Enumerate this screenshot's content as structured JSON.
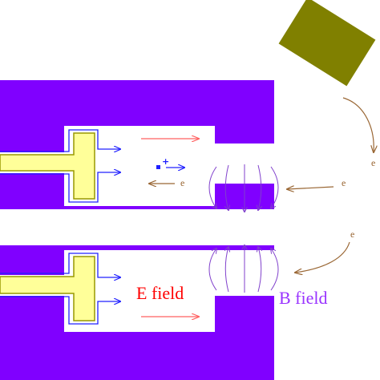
{
  "labels": {
    "e_field": "E field",
    "b_field": "B field",
    "electron": "e"
  },
  "colors": {
    "block": "#8000ff",
    "cavity": "#ffffff",
    "coupler": "#ffff99",
    "coupler_edge": "#999900",
    "electrode": "#808000",
    "e_field_arrows": "#ff6060",
    "e_field_label": "#ff0000",
    "b_field": "#8040cc",
    "b_field_label": "#9933ff",
    "blue_lines": "#2020ff",
    "electron_path": "#996633"
  },
  "icons": {
    "ion": "ion-plus-icon"
  }
}
